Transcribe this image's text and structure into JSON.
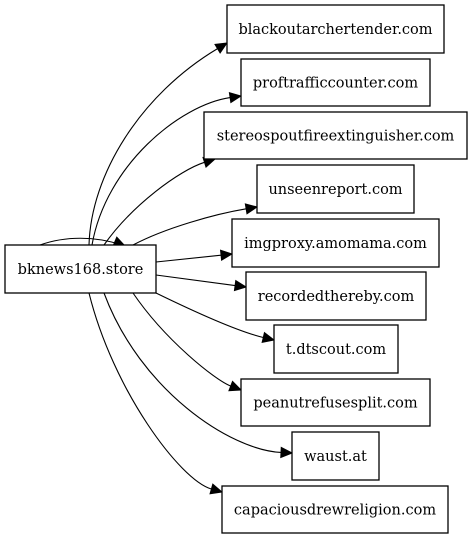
{
  "graph": {
    "source": {
      "id": "src",
      "label": "bknews168.store"
    },
    "targets": [
      {
        "id": "t1",
        "label": "blackoutarchertender.com"
      },
      {
        "id": "t2",
        "label": "proftrafficcounter.com"
      },
      {
        "id": "t3",
        "label": "stereospoutfireextinguisher.com"
      },
      {
        "id": "t4",
        "label": "unseenreport.com"
      },
      {
        "id": "t5",
        "label": "imgproxy.amomama.com"
      },
      {
        "id": "t6",
        "label": "recordedthereby.com"
      },
      {
        "id": "t7",
        "label": "t.dtscout.com"
      },
      {
        "id": "t8",
        "label": "peanutrefusesplit.com"
      },
      {
        "id": "t9",
        "label": "waust.at"
      },
      {
        "id": "t10",
        "label": "capaciousdrewreligion.com"
      }
    ],
    "edges": [
      {
        "from": "src",
        "to": "src"
      },
      {
        "from": "src",
        "to": "t1"
      },
      {
        "from": "src",
        "to": "t2"
      },
      {
        "from": "src",
        "to": "t3"
      },
      {
        "from": "src",
        "to": "t4"
      },
      {
        "from": "src",
        "to": "t5"
      },
      {
        "from": "src",
        "to": "t6"
      },
      {
        "from": "src",
        "to": "t7"
      },
      {
        "from": "src",
        "to": "t8"
      },
      {
        "from": "src",
        "to": "t9"
      },
      {
        "from": "src",
        "to": "t10"
      }
    ]
  }
}
